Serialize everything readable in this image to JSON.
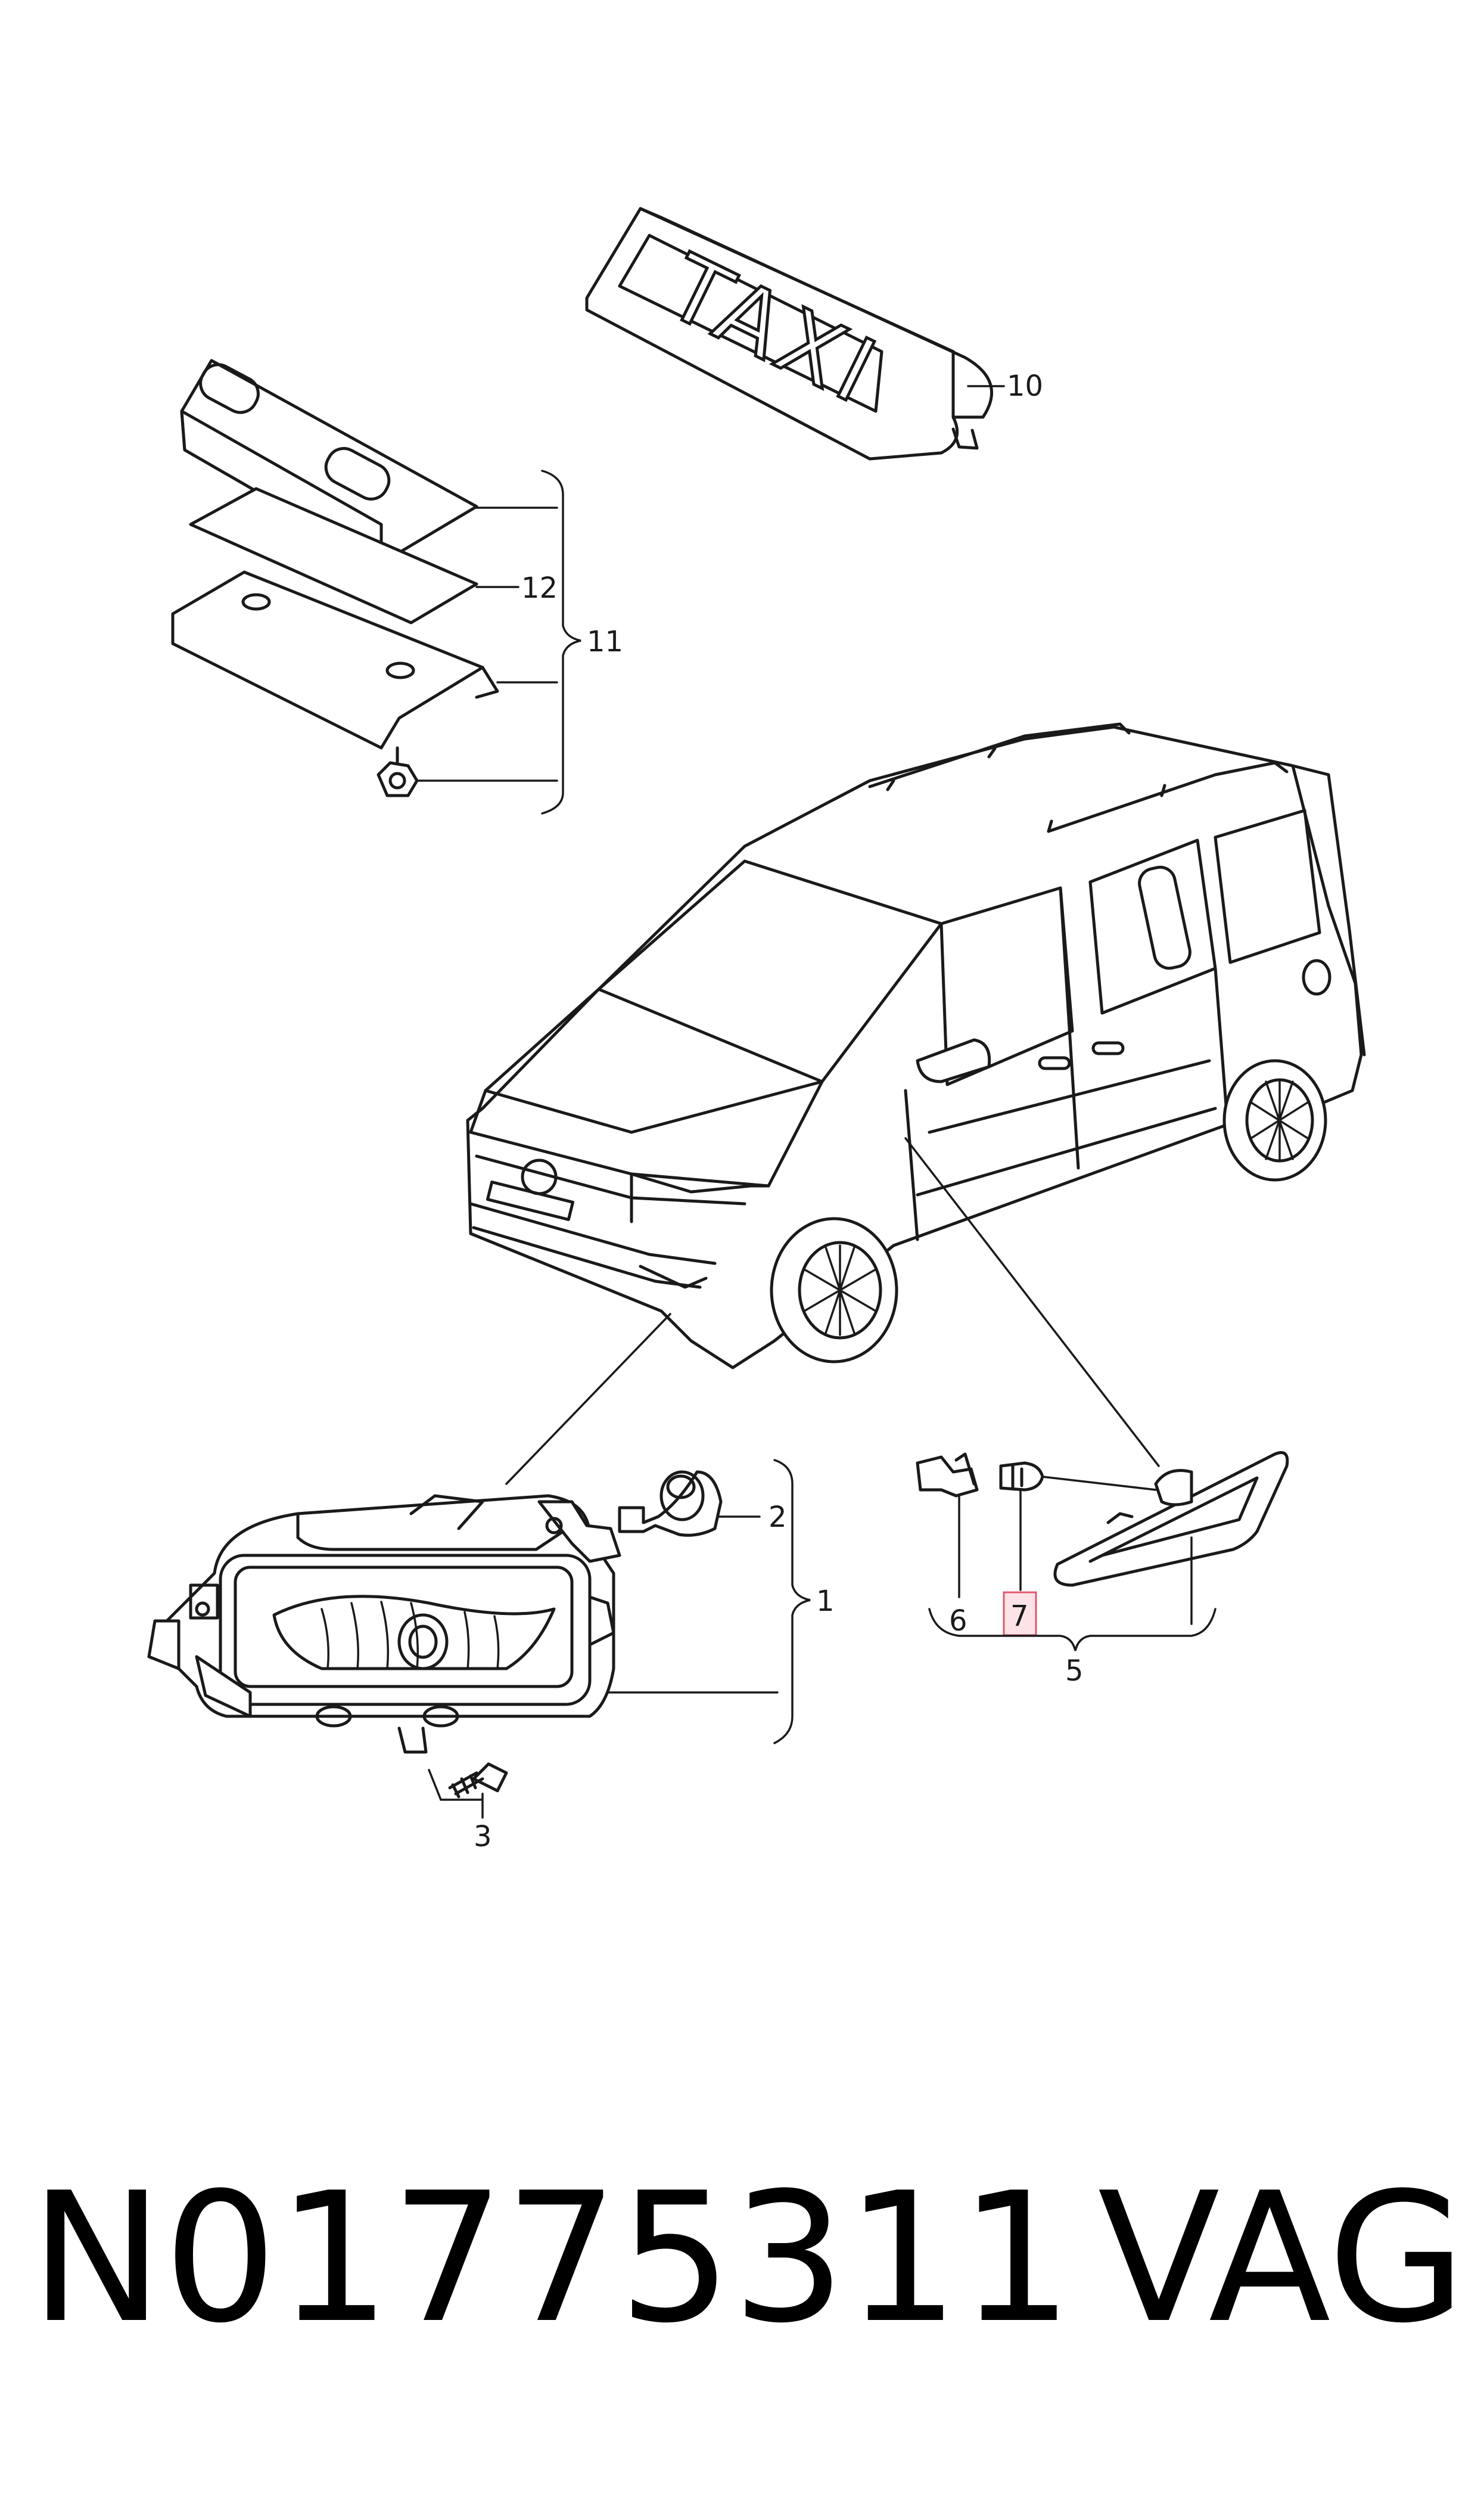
{
  "callouts": {
    "c1": "1",
    "c2": "2",
    "c3": "3",
    "c5": "5",
    "c6": "6",
    "c7": "7",
    "c10": "10",
    "c11": "11",
    "c12": "12"
  },
  "roof_sign_text": "TAXI",
  "highlighted_callout": "7",
  "highlight_color": "#fde3e7",
  "part_number": "N01775311",
  "brand": "VAG"
}
